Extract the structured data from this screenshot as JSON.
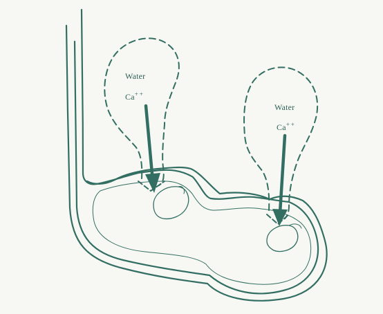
{
  "diagram": {
    "line_color": "#336e63",
    "background": "#f7f8f3",
    "left_bulb": {
      "label_water": "Water",
      "label_ion": "Ca",
      "label_charge": "++"
    },
    "right_bulb": {
      "label_water": "Water",
      "label_ion": "Ca",
      "label_charge": "++"
    }
  }
}
